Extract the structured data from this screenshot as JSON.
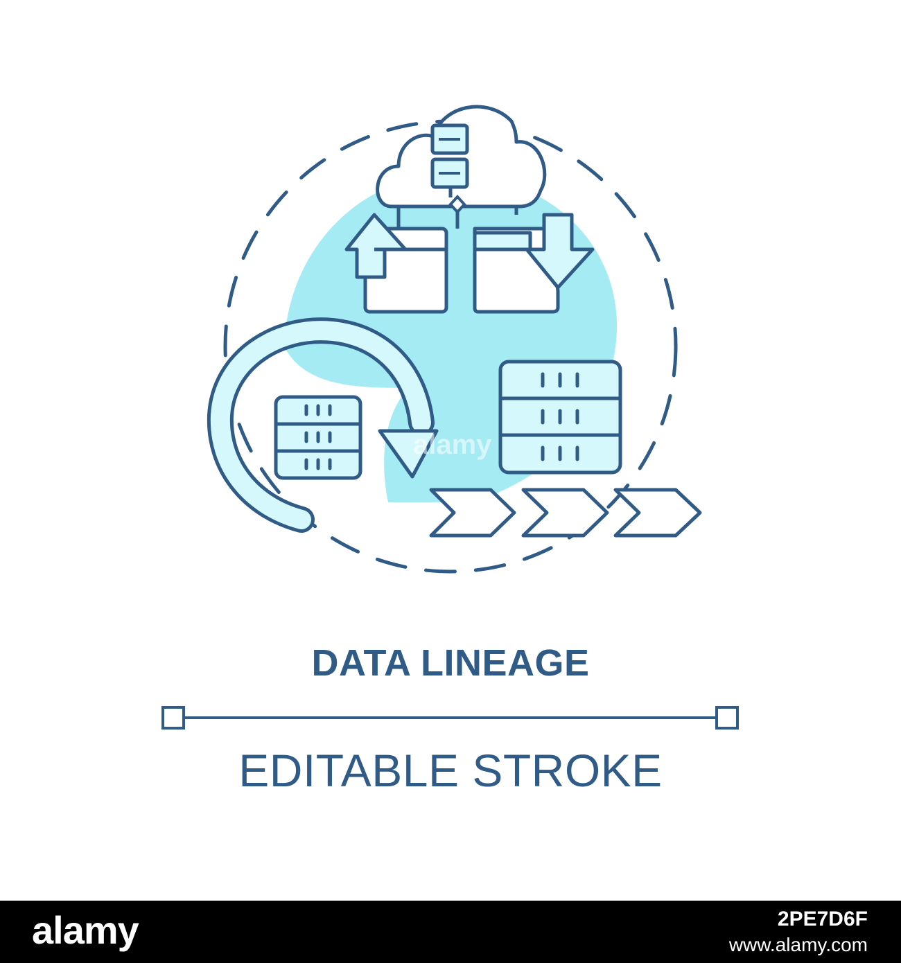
{
  "icon": {
    "title": "DATA LINEAGE",
    "subtitle": "EDITABLE STROKE"
  },
  "colors": {
    "stroke": "#2f5b86",
    "fill_light": "#d4f8fb",
    "fill_blob": "#a4ebf3",
    "background": "#ffffff"
  },
  "watermark": {
    "text": "alamy"
  },
  "stock_bar": {
    "logo": "alamy",
    "image_id": "2PE7D6F",
    "url": "www.alamy.com"
  }
}
